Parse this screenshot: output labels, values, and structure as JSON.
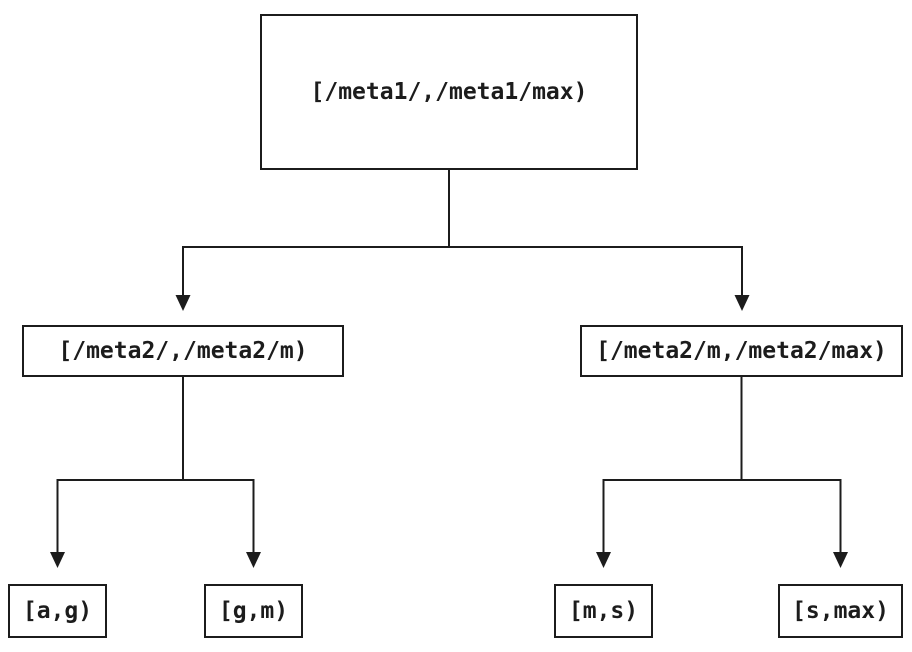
{
  "diagram": {
    "type": "tree",
    "background_color": "#ffffff",
    "line_color": "#1c1c1c",
    "text_color": "#1c1c1c",
    "nodes": {
      "root": {
        "label": "[/meta1/,/meta1/max)"
      },
      "left": {
        "label": "[/meta2/,/meta2/m)"
      },
      "right": {
        "label": "[/meta2/m,/meta2/max)"
      },
      "leaf_ag": {
        "label": "[a,g)"
      },
      "leaf_gm": {
        "label": "[g,m)"
      },
      "leaf_ms": {
        "label": "[m,s)"
      },
      "leaf_smax": {
        "label": "[s,max)"
      }
    },
    "edges": [
      {
        "from": "root",
        "to": "left"
      },
      {
        "from": "root",
        "to": "right"
      },
      {
        "from": "left",
        "to": "leaf_ag"
      },
      {
        "from": "left",
        "to": "leaf_gm"
      },
      {
        "from": "right",
        "to": "leaf_ms"
      },
      {
        "from": "right",
        "to": "leaf_smax"
      }
    ]
  }
}
